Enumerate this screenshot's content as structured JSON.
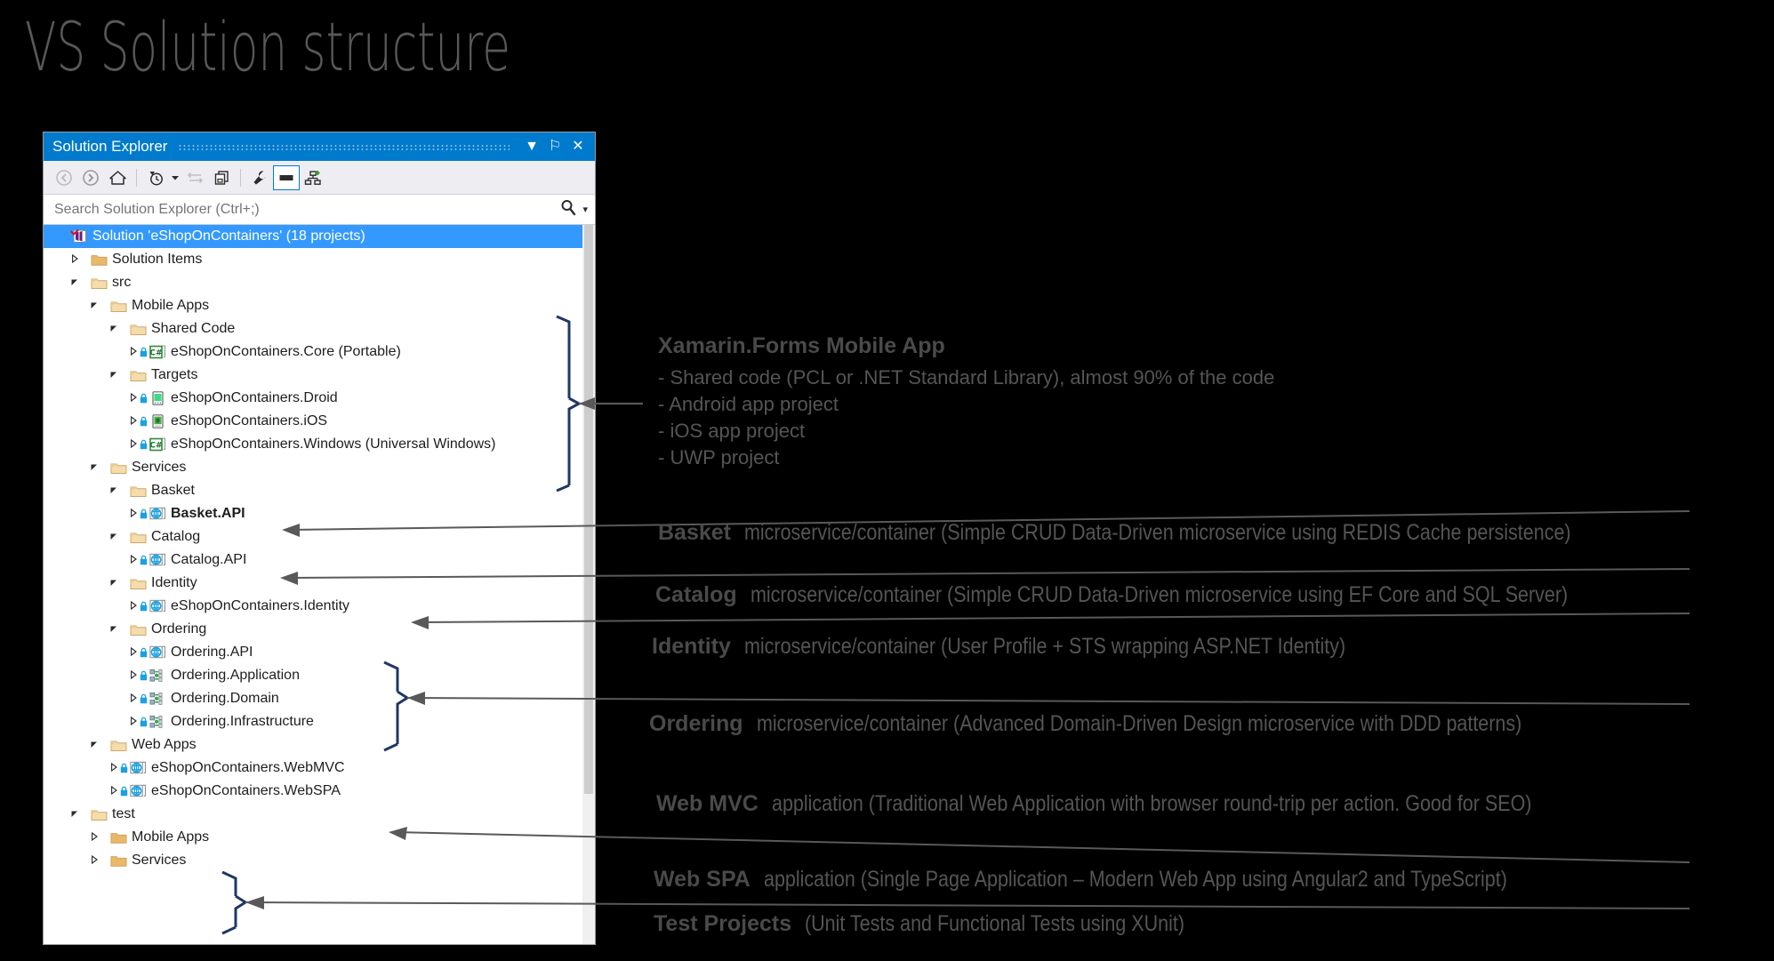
{
  "slide": {
    "title": "VS Solution structure"
  },
  "window": {
    "title": "Solution Explorer",
    "titlebar_buttons": [
      {
        "name": "dropdown",
        "glyph": "▼"
      },
      {
        "name": "pin",
        "glyph": "⚐"
      },
      {
        "name": "close",
        "glyph": "✕"
      }
    ],
    "toolbar": [
      {
        "name": "back-icon",
        "label": "Back"
      },
      {
        "name": "forward-icon",
        "label": "Forward"
      },
      {
        "name": "home-icon",
        "label": "Home"
      },
      {
        "name": "pending-changes-icon",
        "label": "Pending Changes Filter"
      },
      {
        "name": "dropdown-arrow-icon",
        "label": "Filter options"
      },
      {
        "name": "sync-with-active-document-icon",
        "label": "Sync with Active Document"
      },
      {
        "name": "refresh-icon",
        "label": "Refresh"
      },
      {
        "name": "properties-icon",
        "label": "Properties"
      },
      {
        "name": "preview-selected-items-icon",
        "label": "Preview Selected Items"
      },
      {
        "name": "show-all-files-icon",
        "label": "Show All Files"
      }
    ],
    "search": {
      "placeholder": "Search Solution Explorer (Ctrl+;)",
      "value": "",
      "icon": "search-icon",
      "dropdown": "▾"
    }
  },
  "tree": [
    {
      "label": "Solution 'eShopOnContainers' (18 projects)",
      "depth": 0,
      "twisty": "none",
      "icon": "solution",
      "selected": true,
      "bold": false,
      "lock": false
    },
    {
      "label": "Solution Items",
      "depth": 1,
      "twisty": "closed",
      "icon": "folder-closed",
      "selected": false,
      "bold": false,
      "lock": false
    },
    {
      "label": "src",
      "depth": 1,
      "twisty": "open",
      "icon": "folder-open",
      "selected": false,
      "bold": false,
      "lock": false
    },
    {
      "label": "Mobile Apps",
      "depth": 2,
      "twisty": "open",
      "icon": "folder-open",
      "selected": false,
      "bold": false,
      "lock": false
    },
    {
      "label": "Shared Code",
      "depth": 3,
      "twisty": "open",
      "icon": "folder-open",
      "selected": false,
      "bold": false,
      "lock": false
    },
    {
      "label": "eShopOnContainers.Core (Portable)",
      "depth": 4,
      "twisty": "closed",
      "icon": "csharp",
      "selected": false,
      "bold": false,
      "lock": true
    },
    {
      "label": "Targets",
      "depth": 3,
      "twisty": "open",
      "icon": "folder-open",
      "selected": false,
      "bold": false,
      "lock": false
    },
    {
      "label": "eShopOnContainers.Droid",
      "depth": 4,
      "twisty": "closed",
      "icon": "android",
      "selected": false,
      "bold": false,
      "lock": true
    },
    {
      "label": "eShopOnContainers.iOS",
      "depth": 4,
      "twisty": "closed",
      "icon": "ios",
      "selected": false,
      "bold": false,
      "lock": true
    },
    {
      "label": "eShopOnContainers.Windows (Universal Windows)",
      "depth": 4,
      "twisty": "closed",
      "icon": "csharp",
      "selected": false,
      "bold": false,
      "lock": true
    },
    {
      "label": "Services",
      "depth": 2,
      "twisty": "open",
      "icon": "folder-open",
      "selected": false,
      "bold": false,
      "lock": false
    },
    {
      "label": "Basket",
      "depth": 3,
      "twisty": "open",
      "icon": "folder-open",
      "selected": false,
      "bold": false,
      "lock": false
    },
    {
      "label": "Basket.API",
      "depth": 4,
      "twisty": "closed",
      "icon": "web",
      "selected": false,
      "bold": true,
      "lock": true
    },
    {
      "label": "Catalog",
      "depth": 3,
      "twisty": "open",
      "icon": "folder-open",
      "selected": false,
      "bold": false,
      "lock": false
    },
    {
      "label": "Catalog.API",
      "depth": 4,
      "twisty": "closed",
      "icon": "web",
      "selected": false,
      "bold": false,
      "lock": true
    },
    {
      "label": "Identity",
      "depth": 3,
      "twisty": "open",
      "icon": "folder-open",
      "selected": false,
      "bold": false,
      "lock": false
    },
    {
      "label": "eShopOnContainers.Identity",
      "depth": 4,
      "twisty": "closed",
      "icon": "web",
      "selected": false,
      "bold": false,
      "lock": true
    },
    {
      "label": "Ordering",
      "depth": 3,
      "twisty": "open",
      "icon": "folder-open",
      "selected": false,
      "bold": false,
      "lock": false
    },
    {
      "label": "Ordering.API",
      "depth": 4,
      "twisty": "closed",
      "icon": "web",
      "selected": false,
      "bold": false,
      "lock": true
    },
    {
      "label": "Ordering.Application",
      "depth": 4,
      "twisty": "closed",
      "icon": "classlib",
      "selected": false,
      "bold": false,
      "lock": true
    },
    {
      "label": "Ordering.Domain",
      "depth": 4,
      "twisty": "closed",
      "icon": "classlib",
      "selected": false,
      "bold": false,
      "lock": true
    },
    {
      "label": "Ordering.Infrastructure",
      "depth": 4,
      "twisty": "closed",
      "icon": "classlib",
      "selected": false,
      "bold": false,
      "lock": true
    },
    {
      "label": "Web Apps",
      "depth": 2,
      "twisty": "open",
      "icon": "folder-open",
      "selected": false,
      "bold": false,
      "lock": false
    },
    {
      "label": "eShopOnContainers.WebMVC",
      "depth": 3,
      "twisty": "closed",
      "icon": "web",
      "selected": false,
      "bold": false,
      "lock": true
    },
    {
      "label": "eShopOnContainers.WebSPA",
      "depth": 3,
      "twisty": "closed",
      "icon": "web",
      "selected": false,
      "bold": false,
      "lock": true
    },
    {
      "label": "test",
      "depth": 1,
      "twisty": "open",
      "icon": "folder-open",
      "selected": false,
      "bold": false,
      "lock": false
    },
    {
      "label": "Mobile Apps",
      "depth": 2,
      "twisty": "closed",
      "icon": "folder-closed",
      "selected": false,
      "bold": false,
      "lock": false
    },
    {
      "label": "Services",
      "depth": 2,
      "twisty": "closed",
      "icon": "folder-closed",
      "selected": false,
      "bold": false,
      "lock": false
    }
  ],
  "annotations": {
    "xamarin": {
      "heading": "Xamarin.Forms Mobile App",
      "bullets": [
        "- Shared code (PCL or .NET Standard Library), almost 90% of the code",
        "- Android app project",
        "- iOS app project",
        "- UWP project"
      ]
    },
    "basket": {
      "bold": "Basket",
      "rest": "microservice/container (Simple CRUD Data-Driven microservice using REDIS Cache persistence)"
    },
    "catalog": {
      "bold": "Catalog",
      "rest": "microservice/container (Simple CRUD Data-Driven microservice using EF Core and SQL Server)"
    },
    "identity": {
      "bold": "Identity",
      "rest": "microservice/container (User Profile + STS wrapping ASP.NET Identity)"
    },
    "ordering": {
      "bold": "Ordering",
      "rest": "microservice/container (Advanced Domain-Driven Design microservice with DDD patterns)"
    },
    "webmvc": {
      "bold": "Web MVC",
      "rest": "application (Traditional Web Application with browser round-trip per action. Good for SEO)"
    },
    "webspa": {
      "bold": "Web SPA",
      "rest": "application (Single Page Application – Modern Web App using Angular2 and TypeScript)"
    },
    "tests": {
      "bold": "Test Projects",
      "rest": "(Unit Tests and Functional Tests using XUnit)"
    }
  },
  "colors": {
    "titlebar": "#007acc",
    "selection": "#3399ff",
    "bracket": "#1f3864",
    "arrow": "#595959",
    "text": "#555555",
    "background": "#000000"
  }
}
